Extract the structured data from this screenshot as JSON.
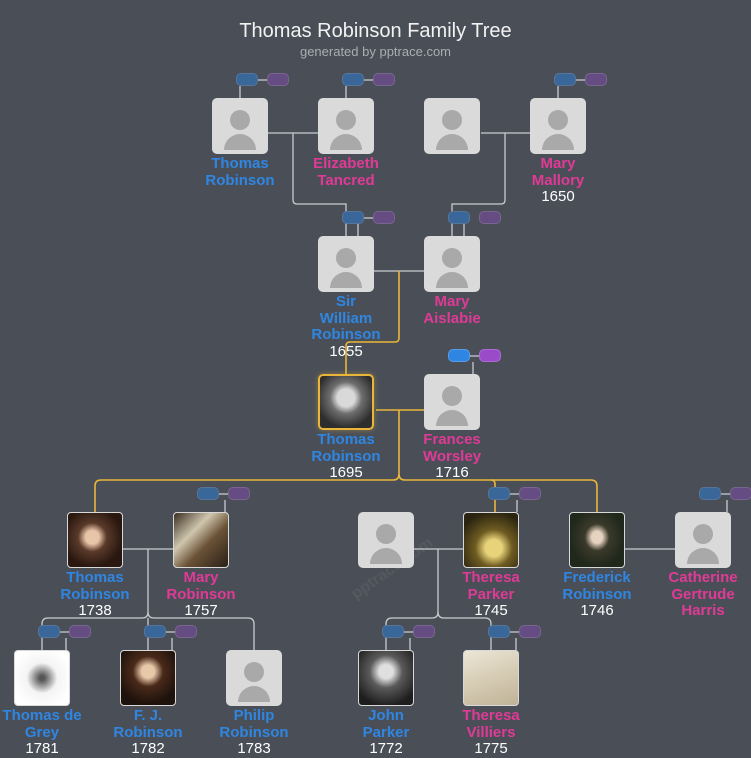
{
  "header": {
    "title": "Thomas Robinson Family Tree",
    "subtitle": "generated by pptrace.com"
  },
  "colors": {
    "background": "#4a4f57",
    "male": "#2f86e2",
    "female": "#e03a97",
    "focus_line": "#e9b63a",
    "line": "#c9ccd0"
  },
  "watermark": "pptrace.com",
  "people": {
    "thomas_robinson_gen1": {
      "name": "Thomas Robinson",
      "line1": "Thomas",
      "line2": "Robinson",
      "year": "",
      "sex": "male",
      "photo": false
    },
    "elizabeth_tancred": {
      "name": "Elizabeth Tancred",
      "line1": "Elizabeth",
      "line2": "Tancred",
      "year": "",
      "sex": "female",
      "photo": false
    },
    "unknown_gen1": {
      "name": "",
      "line1": "",
      "line2": "",
      "year": "",
      "sex": "unknown",
      "photo": false
    },
    "mary_mallory": {
      "name": "Mary Mallory",
      "line1": "Mary",
      "line2": "Mallory",
      "year": "1650",
      "sex": "female",
      "photo": false
    },
    "sir_william_robinson": {
      "name": "Sir William Robinson",
      "line1": "Sir",
      "line2": "William",
      "line3": "Robinson",
      "year": "1655",
      "sex": "male",
      "photo": false
    },
    "mary_aislabie": {
      "name": "Mary Aislabie",
      "line1": "Mary",
      "line2": "Aislabie",
      "year": "",
      "sex": "female",
      "photo": false
    },
    "thomas_robinson_1695": {
      "name": "Thomas Robinson",
      "line1": "Thomas",
      "line2": "Robinson",
      "year": "1695",
      "sex": "male",
      "photo": true,
      "focus": true
    },
    "frances_worsley": {
      "name": "Frances Worsley",
      "line1": "Frances",
      "line2": "Worsley",
      "year": "1716",
      "sex": "female",
      "photo": false
    },
    "thomas_robinson_1738": {
      "name": "Thomas Robinson",
      "line1": "Thomas",
      "line2": "Robinson",
      "year": "1738",
      "sex": "male",
      "photo": true
    },
    "mary_robinson_1757": {
      "name": "Mary Robinson",
      "line1": "Mary",
      "line2": "Robinson",
      "year": "1757",
      "sex": "female",
      "photo": true
    },
    "unknown_gen4": {
      "name": "",
      "line1": "",
      "line2": "",
      "year": "",
      "sex": "unknown",
      "photo": false
    },
    "theresa_parker_1745": {
      "name": "Theresa Parker",
      "line1": "Theresa",
      "line2": "Parker",
      "year": "1745",
      "sex": "female",
      "photo": true
    },
    "frederick_robinson_1746": {
      "name": "Frederick Robinson",
      "line1": "Frederick",
      "line2": "Robinson",
      "year": "1746",
      "sex": "male",
      "photo": true
    },
    "catherine_gertrude_harris": {
      "name": "Catherine Gertrude Harris",
      "line1": "Catherine",
      "line2": "Gertrude",
      "line3": "Harris",
      "year": "",
      "sex": "female",
      "photo": false
    },
    "thomas_de_grey_1781": {
      "name": "Thomas de Grey",
      "line1": "Thomas de",
      "line2": "Grey",
      "year": "1781",
      "sex": "male",
      "photo": true
    },
    "fj_robinson_1782": {
      "name": "F. J. Robinson",
      "line1": "F. J.",
      "line2": "Robinson",
      "year": "1782",
      "sex": "male",
      "photo": true
    },
    "philip_robinson_1783": {
      "name": "Philip Robinson",
      "line1": "Philip",
      "line2": "Robinson",
      "year": "1783",
      "sex": "male",
      "photo": false
    },
    "john_parker_1772": {
      "name": "John Parker",
      "line1": "John",
      "line2": "Parker",
      "year": "1772",
      "sex": "male",
      "photo": true
    },
    "theresa_villiers_1775": {
      "name": "Theresa Villiers",
      "line1": "Theresa",
      "line2": "Villiers",
      "year": "1775",
      "sex": "female",
      "photo": true
    }
  },
  "expand_buttons": {
    "parents_label": "father",
    "mother_label": "mother"
  }
}
